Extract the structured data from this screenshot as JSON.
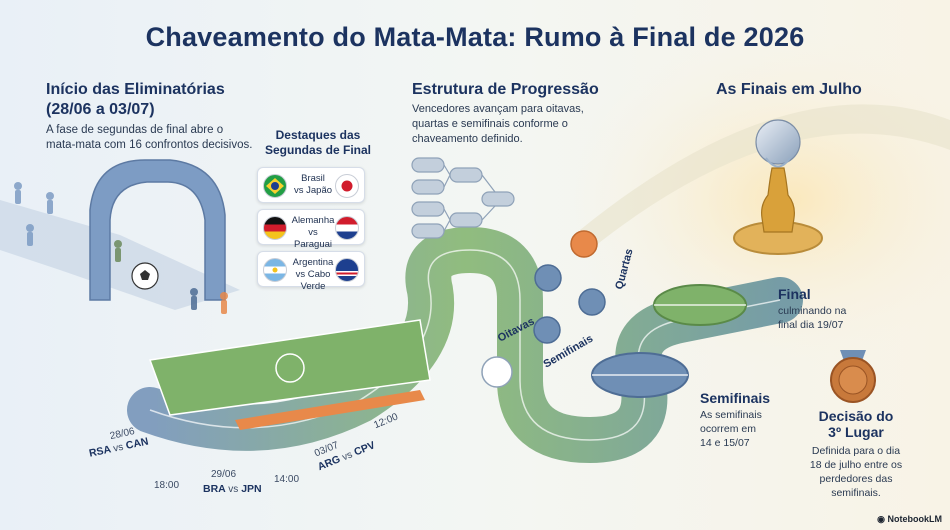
{
  "title": "Chaveamento do Mata-Mata: Rumo à Final de 2026",
  "left_section": {
    "heading_line1": "Início das Eliminatórias",
    "heading_line2": "(28/06 a 03/07)",
    "body_line1": "A fase de segundas de final abre o",
    "body_line2": "mata-mata com 16 confrontos decisivos."
  },
  "highlights": {
    "title_line1": "Destaques das",
    "title_line2": "Segundas de Final",
    "cards": [
      {
        "team1": "Brasil",
        "vs": "vs Japão",
        "flag_left": "brazil-flag",
        "flag_right": "japan-flag"
      },
      {
        "team1": "Alemanha",
        "vs": "vs Paraguai",
        "flag_left": "germany-flag",
        "flag_right": "paraguay-flag"
      },
      {
        "team1": "Argentina",
        "vs": "vs Cabo Verde",
        "flag_left": "argentina-flag",
        "flag_right": "cape-verde-flag"
      }
    ]
  },
  "middle_section": {
    "heading": "Estrutura de Progressão",
    "body_line1": "Vencedores avançam para oitavas,",
    "body_line2": "quartas e semifinais conforme o",
    "body_line3": "chaveamento definido.",
    "labels": {
      "oitavas": "Oitavas",
      "quartas": "Quartas",
      "semifinais": "Semifinais"
    }
  },
  "right_section": {
    "heading": "As Finais em Julho",
    "final_title": "Final",
    "final_text1": "culminando na",
    "final_text2": "final dia 19/07",
    "semis_title": "Semifinais",
    "semis_text1": "As semifinais",
    "semis_text2": "ocorrem em",
    "semis_text3": "14 e 15/07",
    "third_title1": "Decisão do",
    "third_title2": "3º Lugar",
    "third_text1": "Definida para o dia",
    "third_text2": "18 de julho entre os",
    "third_text3": "perdedores das",
    "third_text4": "semifinais."
  },
  "matches": [
    {
      "date": "28/06",
      "home": "RSA",
      "away": "CAN",
      "time": "18:00"
    },
    {
      "date": "29/06",
      "home": "BRA",
      "away": "JPN",
      "time": "14:00"
    },
    {
      "date": "03/07",
      "home": "ARG",
      "away": "CPV",
      "time": "12:00"
    }
  ],
  "vs_word": "vs",
  "watermark": "NotebookLM",
  "colors": {
    "navy": "#1c3360",
    "track_blue": "#6f8fb5",
    "pitch_green": "#7fb26a",
    "gold": "#e2b25a",
    "orange": "#e8894a"
  }
}
